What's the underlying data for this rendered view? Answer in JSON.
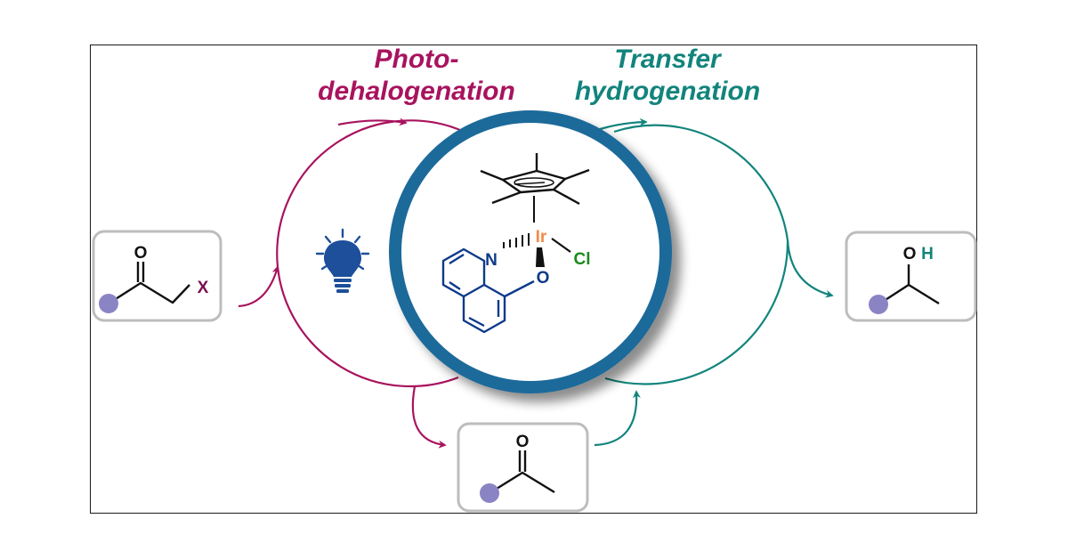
{
  "titles": {
    "left_line1": "Photo-",
    "left_line2": "dehalogenation",
    "right_line1": "Transfer",
    "right_line2": "hydrogenation"
  },
  "atoms": {
    "start_O": "O",
    "start_X": "X",
    "product_O": "O",
    "product_H": "H",
    "byproduct_O": "O",
    "metal": "Ir",
    "chloride": "Cl",
    "nitrogen": "N",
    "ligand_O": "O"
  },
  "colors": {
    "photo_cycle": "#a8135e",
    "transfer_cycle": "#12847c",
    "catalyst_ring": "#1e6a9a",
    "ligand": "#0d3a8a",
    "iridium": "#f08a4b",
    "chlorine": "#1c8a1c",
    "substituent_dot": "#8a84c4",
    "box_border": "#bdbdbd",
    "bulb": "#1d4f9a"
  },
  "icons": [
    "light-bulb-icon"
  ]
}
